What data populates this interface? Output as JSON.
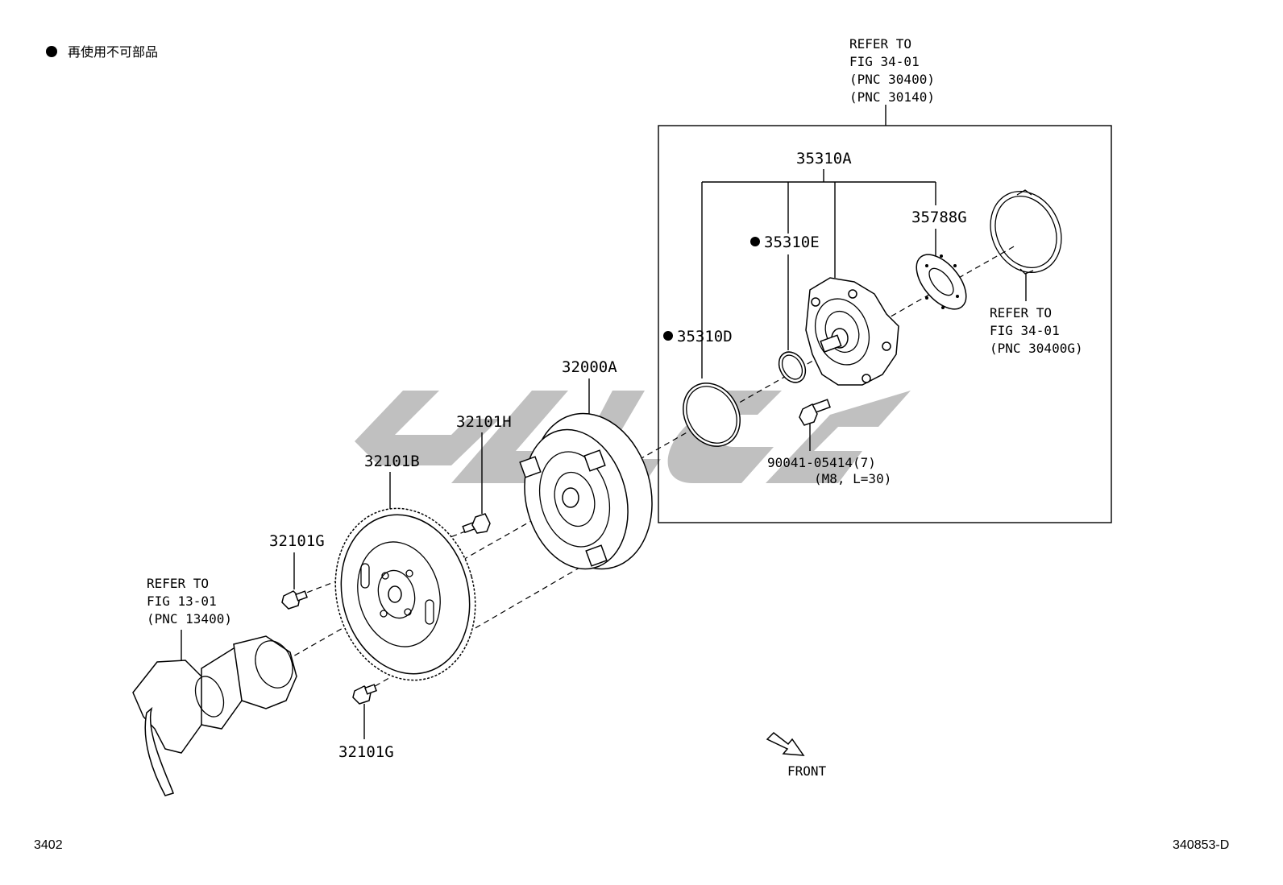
{
  "legend": {
    "marker_icon": "filled-circle-icon",
    "text": "再使用不可部品"
  },
  "frame_ref": [
    "REFER TO",
    "FIG 34-01",
    "(PNC 30400)",
    "(PNC 30140)"
  ],
  "right_ref": [
    "REFER TO",
    "FIG 34-01",
    "(PNC 30400G)"
  ],
  "left_ref": [
    "REFER TO",
    "FIG 13-01",
    "(PNC 13400)"
  ],
  "parts": {
    "p35310A": "35310A",
    "p35788G": "35788G",
    "p35310E": "35310E",
    "p35310D": "35310D",
    "p32000A": "32000A",
    "p32101H": "32101H",
    "p32101B": "32101B",
    "p32101G_upper": "32101G",
    "p32101G_lower": "32101G",
    "bolt": "90041-05414(7)",
    "bolt_spec": "(M8, L=30)"
  },
  "front_label": "FRONT",
  "page_code_left": "3402",
  "page_code_right": "340853-D"
}
